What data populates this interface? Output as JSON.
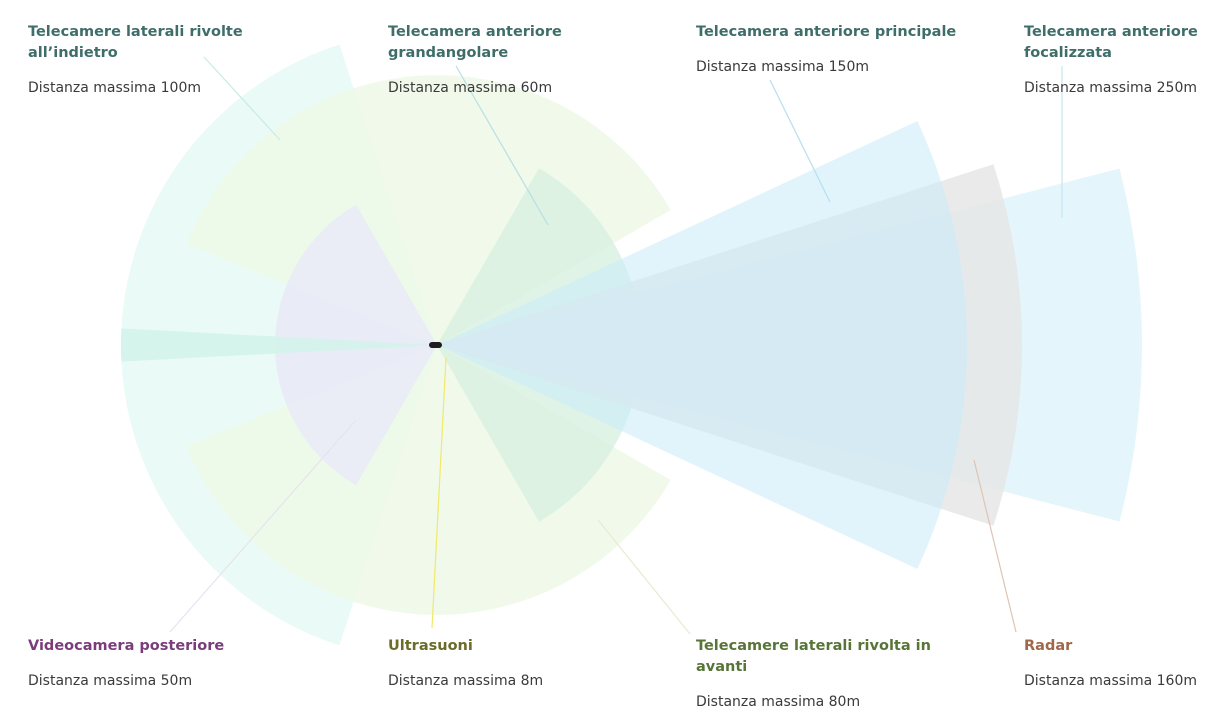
{
  "colors": {
    "side_rear_fill": "#e8faf5",
    "wide_fill": "#d6efdf",
    "main_fill": "#c9ebf9",
    "narrow_fill": "#e2f4fc",
    "rear_fill": "#e9ebf7",
    "ultra_fill": "#f9f0cf",
    "side_front_fill": "#eff9e6",
    "radar_fill": "#e6e6e6",
    "teal_title": "#3f6e6a",
    "purple_title": "#7a3d7c",
    "olive_title": "#6b6b2a",
    "green_title": "#587538",
    "radar_title": "#a0684b"
  },
  "labels": {
    "side_rear": {
      "title": "Telecamere laterali rivolte all’indietro",
      "distance": "Distanza massima 100m"
    },
    "wide": {
      "title": "Telecamera anteriore grandangolare",
      "distance": "Distanza massima 60m"
    },
    "main": {
      "title": "Telecamera anteriore principale",
      "distance": "Distanza massima 150m"
    },
    "narrow": {
      "title": "Telecamera anteriore focalizzata",
      "distance": "Distanza massima 250m"
    },
    "rear": {
      "title": "Videocamera posteriore",
      "distance": "Distanza massima 50m"
    },
    "ultra": {
      "title": "Ultrasuoni",
      "distance": "Distanza massima 8m"
    },
    "side_front": {
      "title": "Telecamere laterali rivolta in avanti",
      "distance": "Distanza massima 80m"
    },
    "radar": {
      "title": "Radar",
      "distance": "Distanza massima 160m"
    }
  }
}
